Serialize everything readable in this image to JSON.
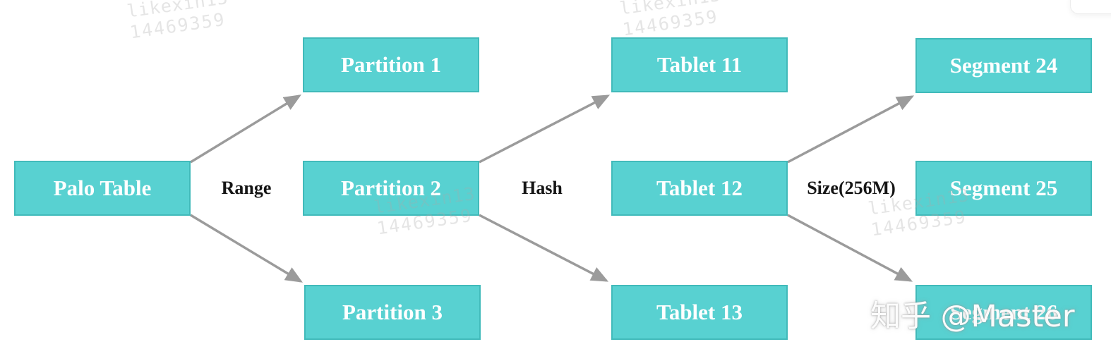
{
  "diagram": {
    "root": {
      "label": "Palo Table"
    },
    "levels": [
      {
        "edge_label": "Range",
        "nodes": [
          "Partition 1",
          "Partition 2",
          "Partition 3"
        ]
      },
      {
        "edge_label": "Hash",
        "nodes": [
          "Tablet 11",
          "Tablet 12",
          "Tablet 13"
        ]
      },
      {
        "edge_label": "Size(256M)",
        "nodes": [
          "Segment 24",
          "Segment 25",
          "Segment 26"
        ]
      }
    ]
  },
  "watermarks": {
    "user_line1": "likexin13",
    "user_line2": "14469359",
    "zhihu_credit": "知乎 @Master"
  },
  "colors": {
    "node_fill": "#58d1d1",
    "node_border": "#41baba",
    "node_text": "#ffffff",
    "edge_label_text": "#151515",
    "arrow": "#9b9b9b",
    "background": "#ffffff"
  }
}
